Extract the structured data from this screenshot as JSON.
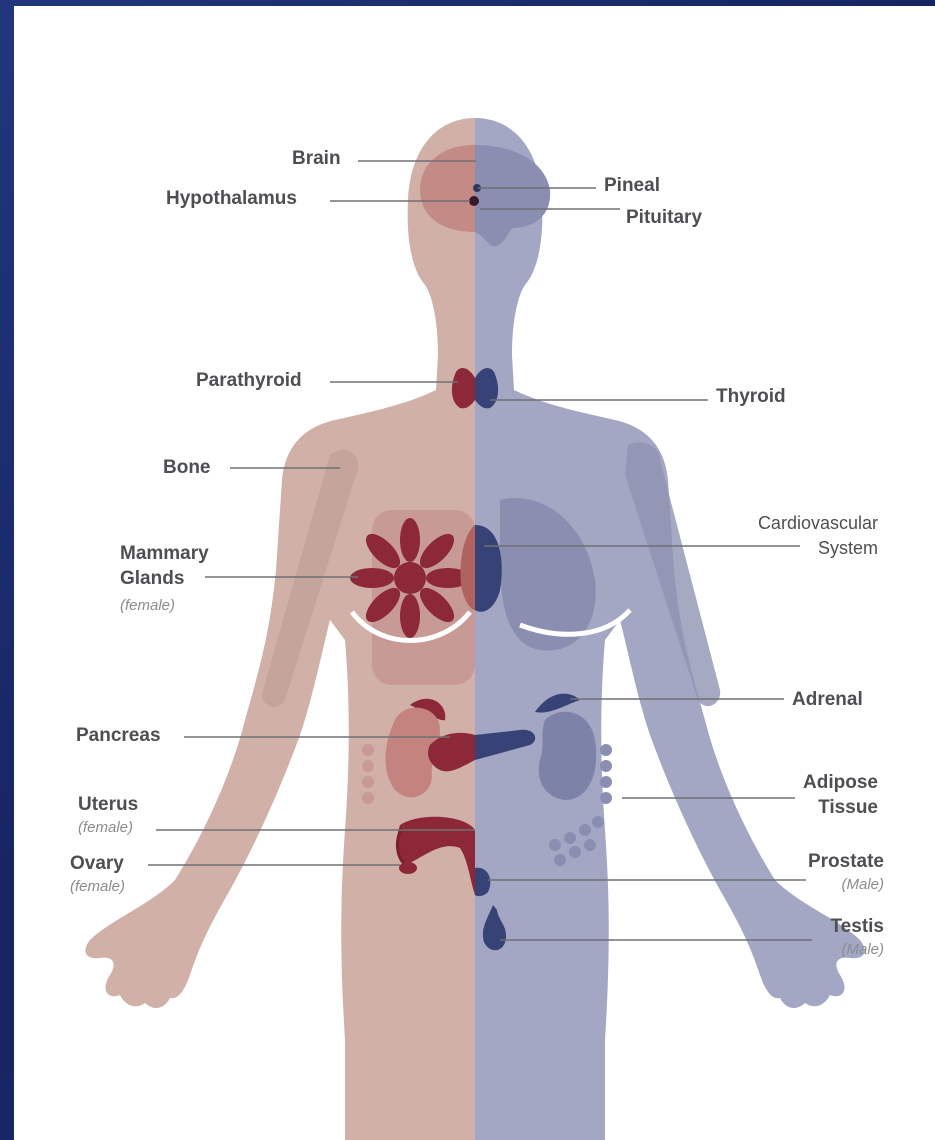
{
  "labels": {
    "brain": "Brain",
    "hypothalamus": "Hypothalamus",
    "pineal": "Pineal",
    "pituitary": "Pituitary",
    "parathyroid": "Parathyroid",
    "thyroid": "Thyroid",
    "bone": "Bone",
    "cardiovascular_1": "Cardiovascular",
    "cardiovascular_2": "System",
    "mammary_1": "Mammary",
    "mammary_2": "Glands",
    "mammary_note": "(female)",
    "adrenal": "Adrenal",
    "pancreas": "Pancreas",
    "adipose_1": "Adipose",
    "adipose_2": "Tissue",
    "uterus": "Uterus",
    "uterus_note": "(female)",
    "ovary": "Ovary",
    "ovary_note": "(female)",
    "prostate": "Prostate",
    "prostate_note": "(Male)",
    "testis": "Testis",
    "testis_note": "(Male)"
  },
  "colors": {
    "female_body": "#d1b0a8",
    "male_body": "#a3a7c3",
    "female_organ": "#8c2838",
    "male_organ": "#374277",
    "background": "#1a2a6c"
  }
}
